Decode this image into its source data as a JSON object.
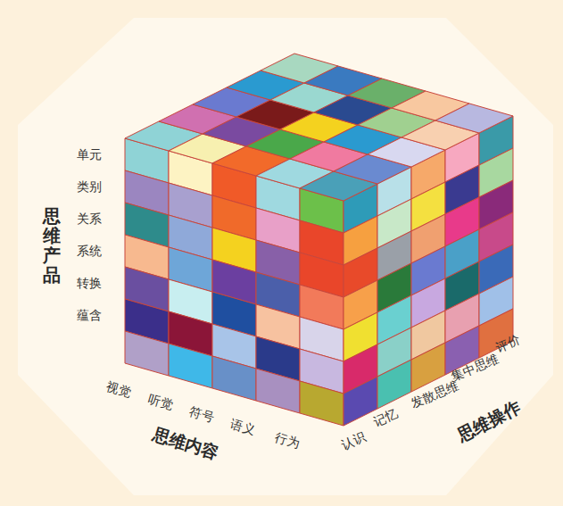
{
  "diagram": {
    "labels": [
      "思维产品",
      "单元",
      "类别",
      "关系",
      "系统",
      "转换",
      "蕴含",
      "视觉",
      "听觉",
      "符号",
      "语义",
      "行为",
      "思维内容",
      "认识",
      "记忆",
      "发散思维",
      "集中思维",
      "评价",
      "思维操作"
    ]
  }
}
